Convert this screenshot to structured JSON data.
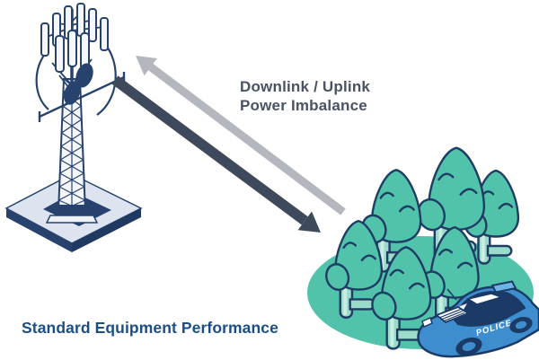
{
  "diagram": {
    "labels": {
      "imbalance_line1": "Downlink / Uplink",
      "imbalance_line2": "Power Imbalance",
      "caption": "Standard Equipment Performance",
      "police": "POLICE"
    },
    "colors": {
      "navy_outline": "#1e3c64",
      "tree_teal": "#52c3ab",
      "trunk_teal": "#9adcc9",
      "trunk_highlight": "#c8eee3",
      "platform_top": "#dde4f0",
      "platform_side": "#26426d",
      "tower_white": "#f5f7fc",
      "arrow_uplink_gray": "#b4b8be",
      "arrow_downlink_slate": "#3e4a5c",
      "car_blue": "#3e8ecf",
      "car_navy": "#1b3b66",
      "lightbar_blue": "#6db5e4",
      "imbalance_text": "#495363",
      "caption_text": "#1b4e87"
    },
    "icons": {
      "tower": "cell-tower-icon",
      "uplink": "uplink-arrow-icon",
      "downlink": "downlink-arrow-icon",
      "forest": "forest-icon",
      "police_car": "police-car-icon"
    }
  }
}
